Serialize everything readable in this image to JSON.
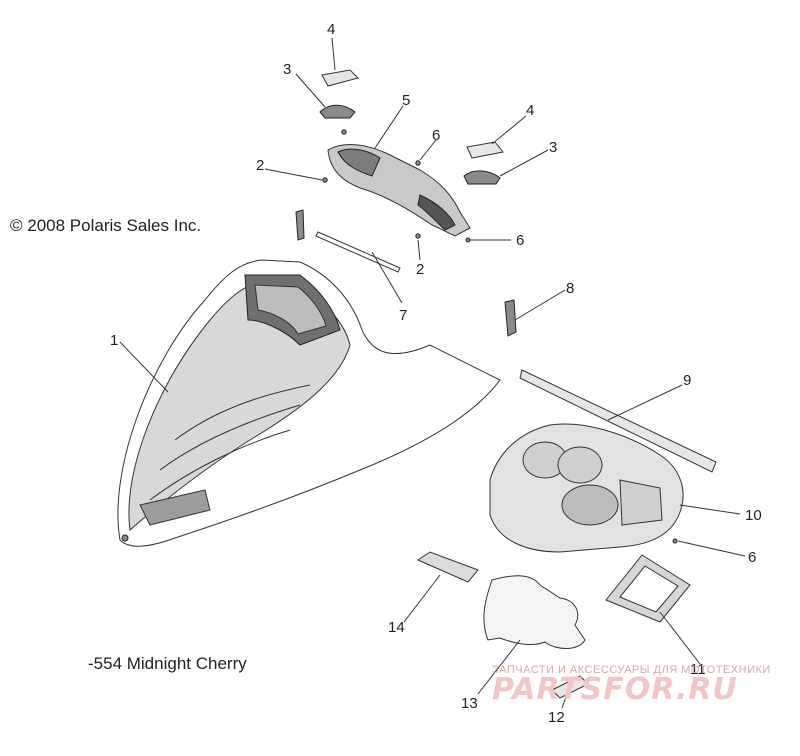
{
  "copyright": "© 2008 Polaris Sales Inc.",
  "color_note": "-554 Midnight Cherry",
  "watermark": {
    "tagline": "ЗАПЧАСТИ И АКСЕССУАРЫ ДЛЯ МОТОТЕХНИКИ",
    "logo": "PARTSFOR.RU"
  },
  "callouts": {
    "c1": "1",
    "c2a": "2",
    "c2b": "2",
    "c3a": "3",
    "c3b": "3",
    "c4a": "4",
    "c4b": "4",
    "c5": "5",
    "c6a": "6",
    "c6b": "6",
    "c6c": "6",
    "c7": "7",
    "c8": "8",
    "c9": "9",
    "c10": "10",
    "c11": "11",
    "c12": "12",
    "c13": "13",
    "c14": "14"
  }
}
